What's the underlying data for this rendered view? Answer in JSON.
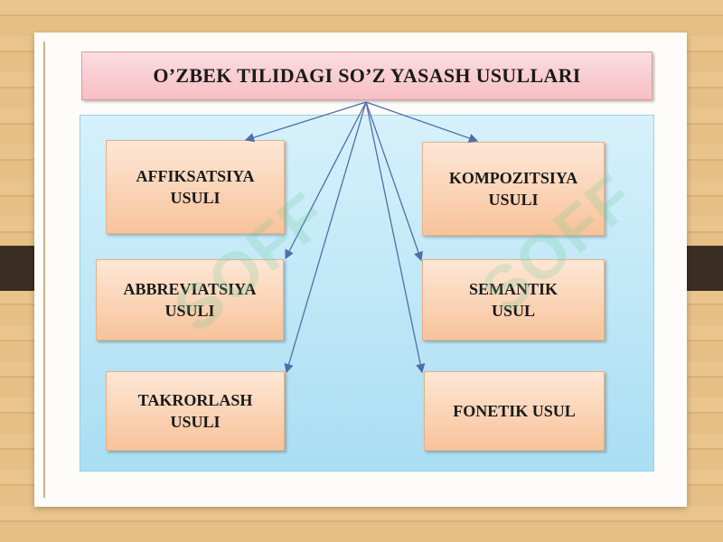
{
  "title": "O’ZBEK TILIDAGI SO’Z YASASH USULLARI",
  "methods": [
    {
      "label": "AFFIKSATSIYA\nUSULI"
    },
    {
      "label": "KOMPOZITSIYA\nUSULI"
    },
    {
      "label": "ABBREVIATSIYA\nUSULI"
    },
    {
      "label": "SEMANTIK\nUSUL"
    },
    {
      "label": "TAKRORLASH\nUSULI"
    },
    {
      "label": "FONETIK USUL"
    }
  ],
  "watermark": {
    "text": "SOFF"
  },
  "colors": {
    "title_fill": "#f7bfc5",
    "panel_fill": "#a9def3",
    "box_fill": "#f8c39a",
    "arrow": "#4f6fa8"
  }
}
